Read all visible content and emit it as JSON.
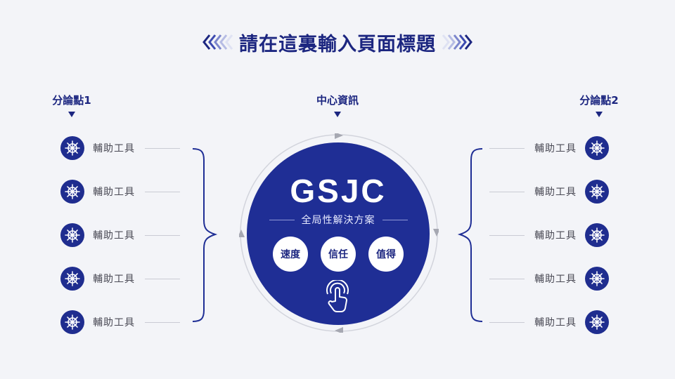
{
  "title": "請在這裏輸入頁面標題",
  "left_column": {
    "heading": "分論點1",
    "items": [
      "輔助工具",
      "輔助工具",
      "輔助工具",
      "輔助工具",
      "輔助工具"
    ]
  },
  "center": {
    "heading": "中心資訊",
    "brand": "GSJC",
    "subtitle": "全局性解決方案",
    "pills": [
      "速度",
      "信任",
      "值得"
    ]
  },
  "right_column": {
    "heading": "分論點2",
    "items": [
      "輔助工具",
      "輔助工具",
      "輔助工具",
      "輔助工具",
      "輔助工具"
    ]
  },
  "colors": {
    "primary": "#1f2e95",
    "text_gray": "#4a4a55",
    "line": "#c9cbd4"
  },
  "icons": {
    "item_icon": "ship-wheel-icon",
    "center_icon": "touch-icon"
  }
}
